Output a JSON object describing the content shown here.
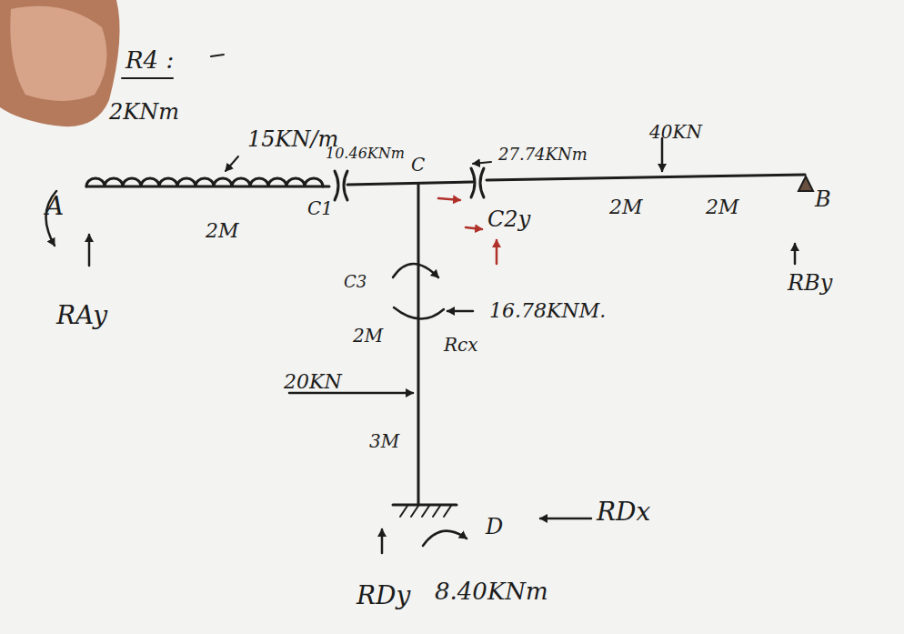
{
  "diagram": {
    "labels": [
      "R4 :",
      "2KNm",
      "15KN/m",
      "10.46KNm",
      "C",
      "27.74KNm",
      "40KN",
      "A",
      "2M",
      "C1",
      "C2y",
      "2M",
      "2M",
      "B",
      "RAy",
      "RBy",
      "C3",
      "16.78KNM.",
      "2M",
      "Rcx",
      "20KN",
      "3M",
      "D",
      "RDx",
      "RDy",
      "8.40KNm"
    ]
  }
}
